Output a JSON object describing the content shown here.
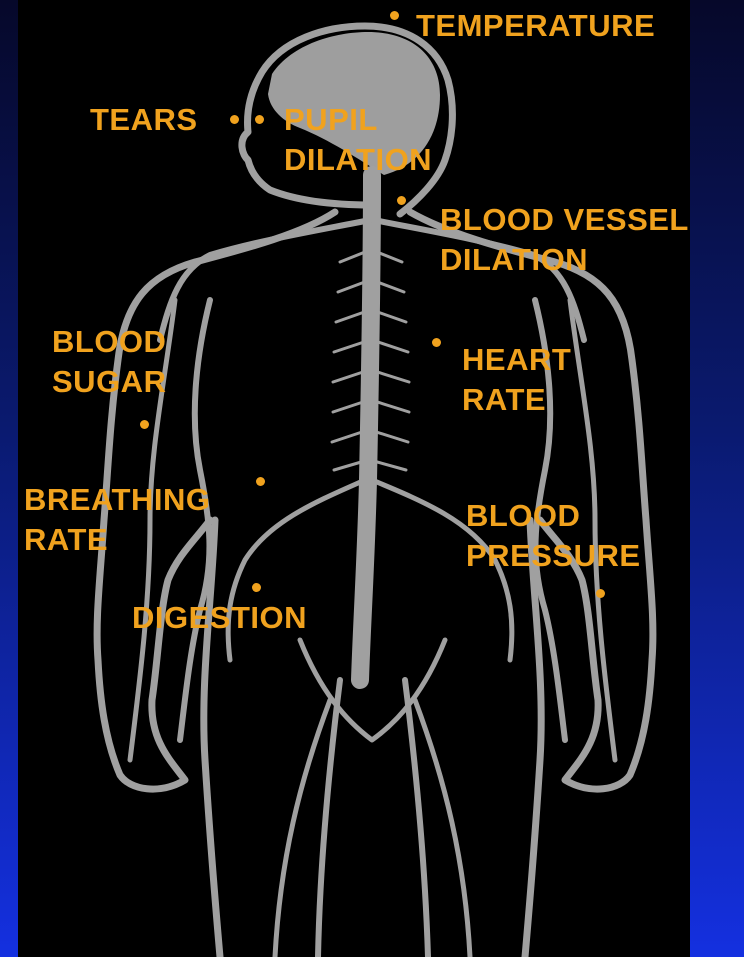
{
  "colors": {
    "label": "#f0a21e",
    "figure_outline": "#a0a0a0",
    "panel": "#000000",
    "background_top": "#06082a",
    "background_bottom": "#1430e0"
  },
  "labels": {
    "temperature": "TEMPERATURE",
    "tears": "TEARS",
    "pupil_line1": "PUPIL",
    "pupil_line2": "DILATION",
    "vessel_line1": "BLOOD VESSEL",
    "vessel_line2": "DILATION",
    "sugar_line1": "BLOOD",
    "sugar_line2": "SUGAR",
    "heart_line1": "HEART",
    "heart_line2": "RATE",
    "breathing_line1": "BREATHING",
    "breathing_line2": "RATE",
    "pressure_line1": "BLOOD",
    "pressure_line2": "PRESSURE",
    "digestion": "DIGESTION"
  }
}
